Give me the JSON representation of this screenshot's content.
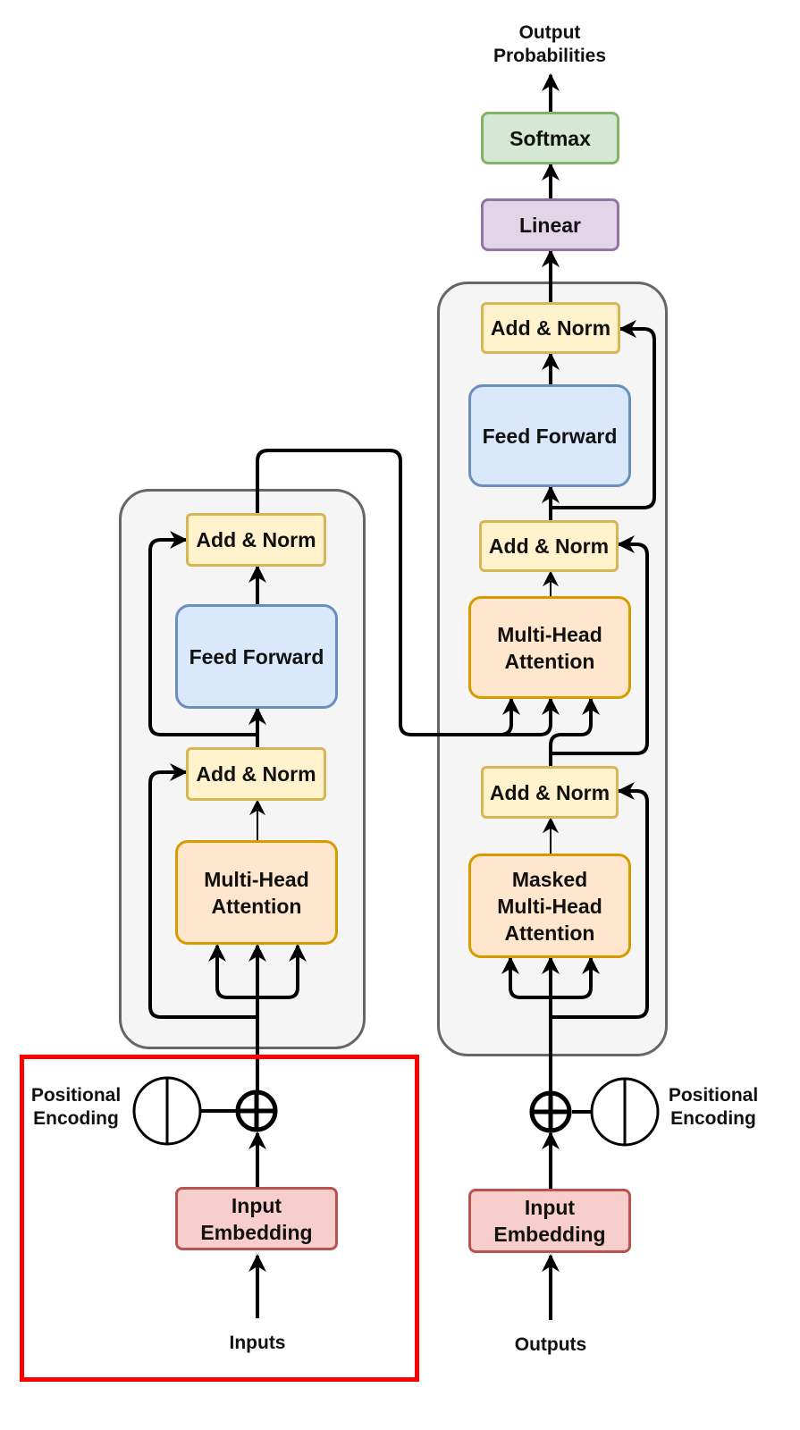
{
  "output_label": "Output\nProbabilities",
  "softmax": "Softmax",
  "linear": "Linear",
  "encoder": {
    "add_norm_top": "Add & Norm",
    "feed_forward": "Feed Forward",
    "add_norm_bottom": "Add & Norm",
    "attention": "Multi-Head\nAttention",
    "positional_encoding": "Positional\nEncoding",
    "embedding": "Input\nEmbedding",
    "input_label": "Inputs"
  },
  "decoder": {
    "add_norm_top": "Add & Norm",
    "feed_forward": "Feed Forward",
    "add_norm_middle": "Add & Norm",
    "attention": "Multi-Head\nAttention",
    "add_norm_bottom": "Add & Norm",
    "masked_attention": "Masked\nMulti-Head\nAttention",
    "positional_encoding": "Positional\nEncoding",
    "embedding": "Input\nEmbedding",
    "output_label": "Outputs"
  },
  "colors": {
    "add_norm": "#fff2cc",
    "feed_forward": "#dae8fc",
    "attention": "#ffe6cc",
    "embedding": "#f8cecc",
    "linear": "#e1d5e7",
    "softmax": "#d5e8d4",
    "stack": "#f5f5f5",
    "highlight": "#ff0000"
  }
}
